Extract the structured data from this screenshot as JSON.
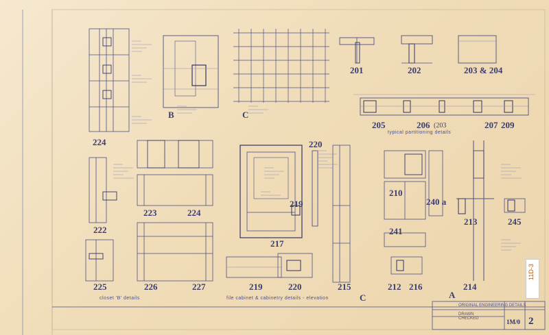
{
  "sheet": {
    "sheet_number": "2",
    "sheet_code": "1M/0",
    "title_block_lines": [
      "ORIGINAL ENGINEERING DETAILS",
      "DRAWN",
      "CHECKED"
    ],
    "stamp_text": "11D-3"
  },
  "detail_labels": {
    "d224_top": "224",
    "dB": "B",
    "dC": "C",
    "d201": "201",
    "d202": "202",
    "d203_204": "203 & 204",
    "d205": "205",
    "d206": "206",
    "d206b": "(203",
    "d207": "207",
    "d209": "209",
    "d220_top": "220",
    "d223": "223",
    "d224_mid": "224",
    "d222": "222",
    "d219_mid": "219",
    "d217": "217",
    "d210": "210",
    "d240a": "240 a",
    "d241": "241",
    "d213": "213",
    "d245": "245",
    "d225": "225",
    "d226": "226",
    "d227": "227",
    "d219_bot": "219",
    "d220_bot": "220",
    "d215": "215",
    "d212": "212",
    "d216": "216",
    "d214": "214",
    "dA": "A"
  },
  "captions": {
    "typical": "typical partitioning details",
    "closetB": "closet 'B' details ",
    "cabinet": "file cabinet & cabinetry details - elevation",
    "elevC": "C"
  }
}
